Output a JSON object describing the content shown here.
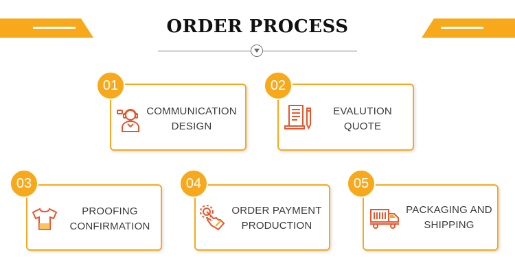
{
  "header": {
    "title": "ORDER PROCESS"
  },
  "colors": {
    "accent": "#f7a91b",
    "icon": "#e8542b",
    "text": "#3a3a3a"
  },
  "steps": [
    {
      "number": "01",
      "line1": "COMMUNICATION",
      "line2": "DESIGN",
      "icon": "support-agent-icon"
    },
    {
      "number": "02",
      "line1": "EVALUTION",
      "line2": "QUOTE",
      "icon": "document-pencil-icon"
    },
    {
      "number": "03",
      "line1": "PROOFING",
      "line2": "CONFIRMATION",
      "icon": "tshirt-icon"
    },
    {
      "number": "04",
      "line1": "ORDER PAYMENT",
      "line2": "PRODUCTION",
      "icon": "hand-tap-icon"
    },
    {
      "number": "05",
      "line1": "PACKAGING AND",
      "line2": "SHIPPING",
      "icon": "delivery-truck-icon"
    }
  ]
}
